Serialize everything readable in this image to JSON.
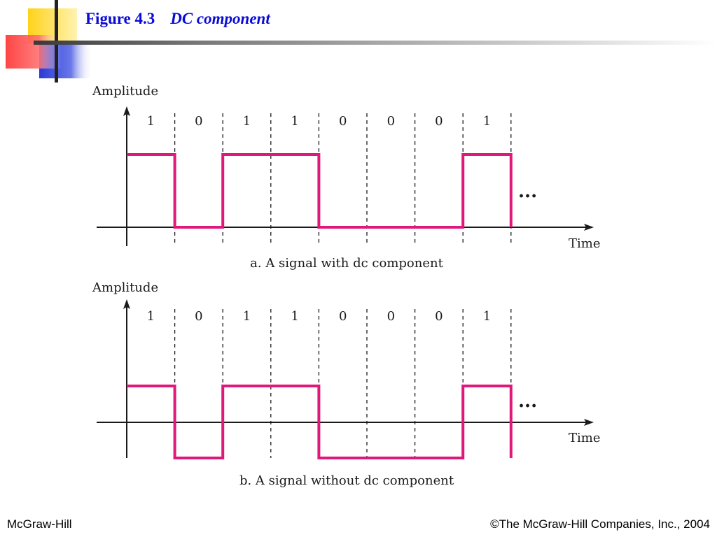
{
  "slide": {
    "title_number": "Figure 4.3",
    "title_name": "DC component"
  },
  "panels": [
    {
      "id": "a",
      "y_axis_label": "Amplitude",
      "x_axis_label": "Time",
      "caption": "a. A signal with dc component",
      "bits": [
        "1",
        "0",
        "1",
        "1",
        "0",
        "0",
        "0",
        "1"
      ],
      "levels": [
        1,
        0,
        1,
        1,
        0,
        0,
        0,
        1
      ],
      "level_meaning": "1 = high, 0 = zero",
      "continuation": "..."
    },
    {
      "id": "b",
      "y_axis_label": "Amplitude",
      "x_axis_label": "Time",
      "caption": "b. A signal without dc component",
      "bits": [
        "1",
        "0",
        "1",
        "1",
        "0",
        "0",
        "0",
        "1"
      ],
      "levels": [
        1,
        -1,
        1,
        1,
        -1,
        -1,
        -1,
        1
      ],
      "level_meaning": "1 = positive, -1 = negative",
      "continuation": "..."
    }
  ],
  "colors": {
    "signal": "#e0187a",
    "title": "#0a0ad8",
    "deco_yellow": "#ffd21a",
    "deco_red": "#ff3030",
    "deco_blue": "#2a3ad8"
  },
  "footer": {
    "left": "McGraw-Hill",
    "right": "©The McGraw-Hill Companies, Inc., 2004"
  }
}
